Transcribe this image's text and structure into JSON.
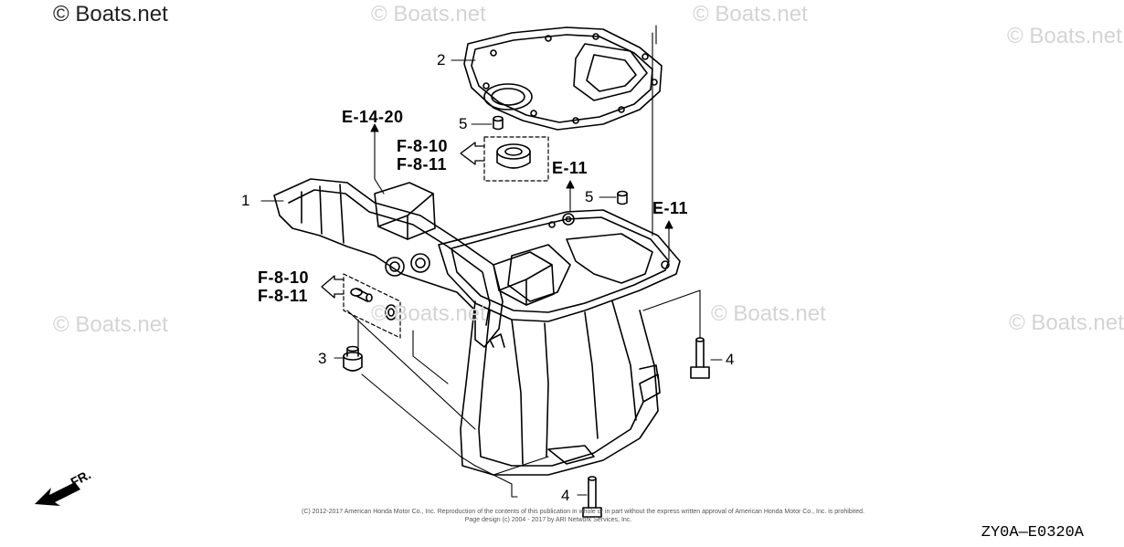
{
  "watermarks": {
    "main": "© Boats.net",
    "faint": "© Boats.net"
  },
  "callouts": {
    "p1": "1",
    "p2": "2",
    "p3": "3",
    "p4a": "4",
    "p4b": "4",
    "p5a": "5",
    "p5b": "5",
    "e1420": "E-14-20",
    "e11a": "E-11",
    "e11b": "E-11",
    "f810a": "F-8-10",
    "f811a": "F-8-11",
    "f810b": "F-8-10",
    "f811b": "F-8-11"
  },
  "direction": {
    "label": "FR."
  },
  "copyright": {
    "line1": "(C) 2012-2017 American Honda Motor Co., Inc. Reproduction of the contents of this publication in whole or in part without the express written approval of American Honda Motor Co., Inc. is prohibited.",
    "line2": "Page design (c) 2004 - 2017 by ARI Network Services, Inc."
  },
  "diagram_code": "ZY0A—E0320A",
  "colors": {
    "line": "#000000",
    "watermark": "#d4d4d4"
  }
}
